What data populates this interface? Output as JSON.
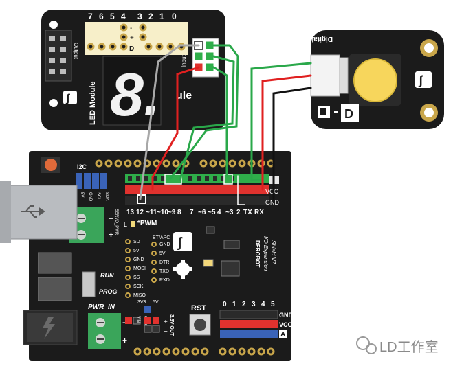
{
  "colors": {
    "board": "#1b1b1b",
    "board_edge": "#2b2b2b",
    "silk": "#ffffff",
    "header_gold": "#c9a64a",
    "row_red": "#e0322e",
    "row_green": "#2fae4a",
    "row_blue": "#3a63b8",
    "terminal_green": "#3aa55a",
    "button_yellow": "#f7d65c",
    "wire_gray": "#a8a8a8",
    "wire_red": "#e02020",
    "wire_green": "#2aa84a",
    "wire_black": "#111111",
    "usb_silver": "#b9bcc0",
    "logo_white": "#ffffff",
    "led_segment": "#f2f2f2"
  },
  "led_module": {
    "digit_labels": [
      "7",
      "6",
      "5",
      "4",
      "3",
      "2",
      "1",
      "0"
    ],
    "dot_symbols": [
      "-",
      "+"
    ],
    "d_label": "D",
    "output_label": "Output",
    "input_label": "Input",
    "side_label": "LED Module",
    "name_fragment": "ule",
    "digit_shown": "8."
  },
  "push_button": {
    "title": "Digital Push Button",
    "d_label": "D"
  },
  "shield": {
    "i2c_label": "I2C",
    "i2c_pins": [
      "5V",
      "GND",
      "SCL",
      "SDA"
    ],
    "servo_label": "SERVO_PWR",
    "digital_numbers": [
      "13",
      "12",
      "~11",
      "~10",
      "~9",
      "8",
      "7",
      "~6",
      "~5",
      "4",
      "~3",
      "2",
      "TX",
      "RX"
    ],
    "pwm_label": "*PWM",
    "led_label": "L",
    "bt_apc_label": "BT/APC",
    "bt_pins": [
      "GND",
      "5V",
      "DTR",
      "TXD",
      "RXD"
    ],
    "spi_pins": [
      "SD",
      "5V",
      "GND",
      "MOSI",
      "SS",
      "SCK",
      "MISO"
    ],
    "run_label": "RUN",
    "prog_label": "PROG",
    "pwr_in_label": "PWR_IN",
    "vin_gnd": [
      "VIN",
      "GND"
    ],
    "voltage_labels": [
      "3V3",
      "5V"
    ],
    "out_label": "3.3V OUT",
    "rst_label": "RST",
    "analog_numbers": [
      "0",
      "1",
      "2",
      "3",
      "4",
      "5"
    ],
    "gnd_label": "GND",
    "vcc_label": "VCC",
    "a_label": "A",
    "d_label": "D",
    "brand_label": "DFROBOT",
    "model_lines": [
      "I/O Expansion",
      "Shield V7"
    ],
    "minus": "−",
    "plus": "+"
  },
  "watermark": {
    "text": "LD工作室"
  }
}
